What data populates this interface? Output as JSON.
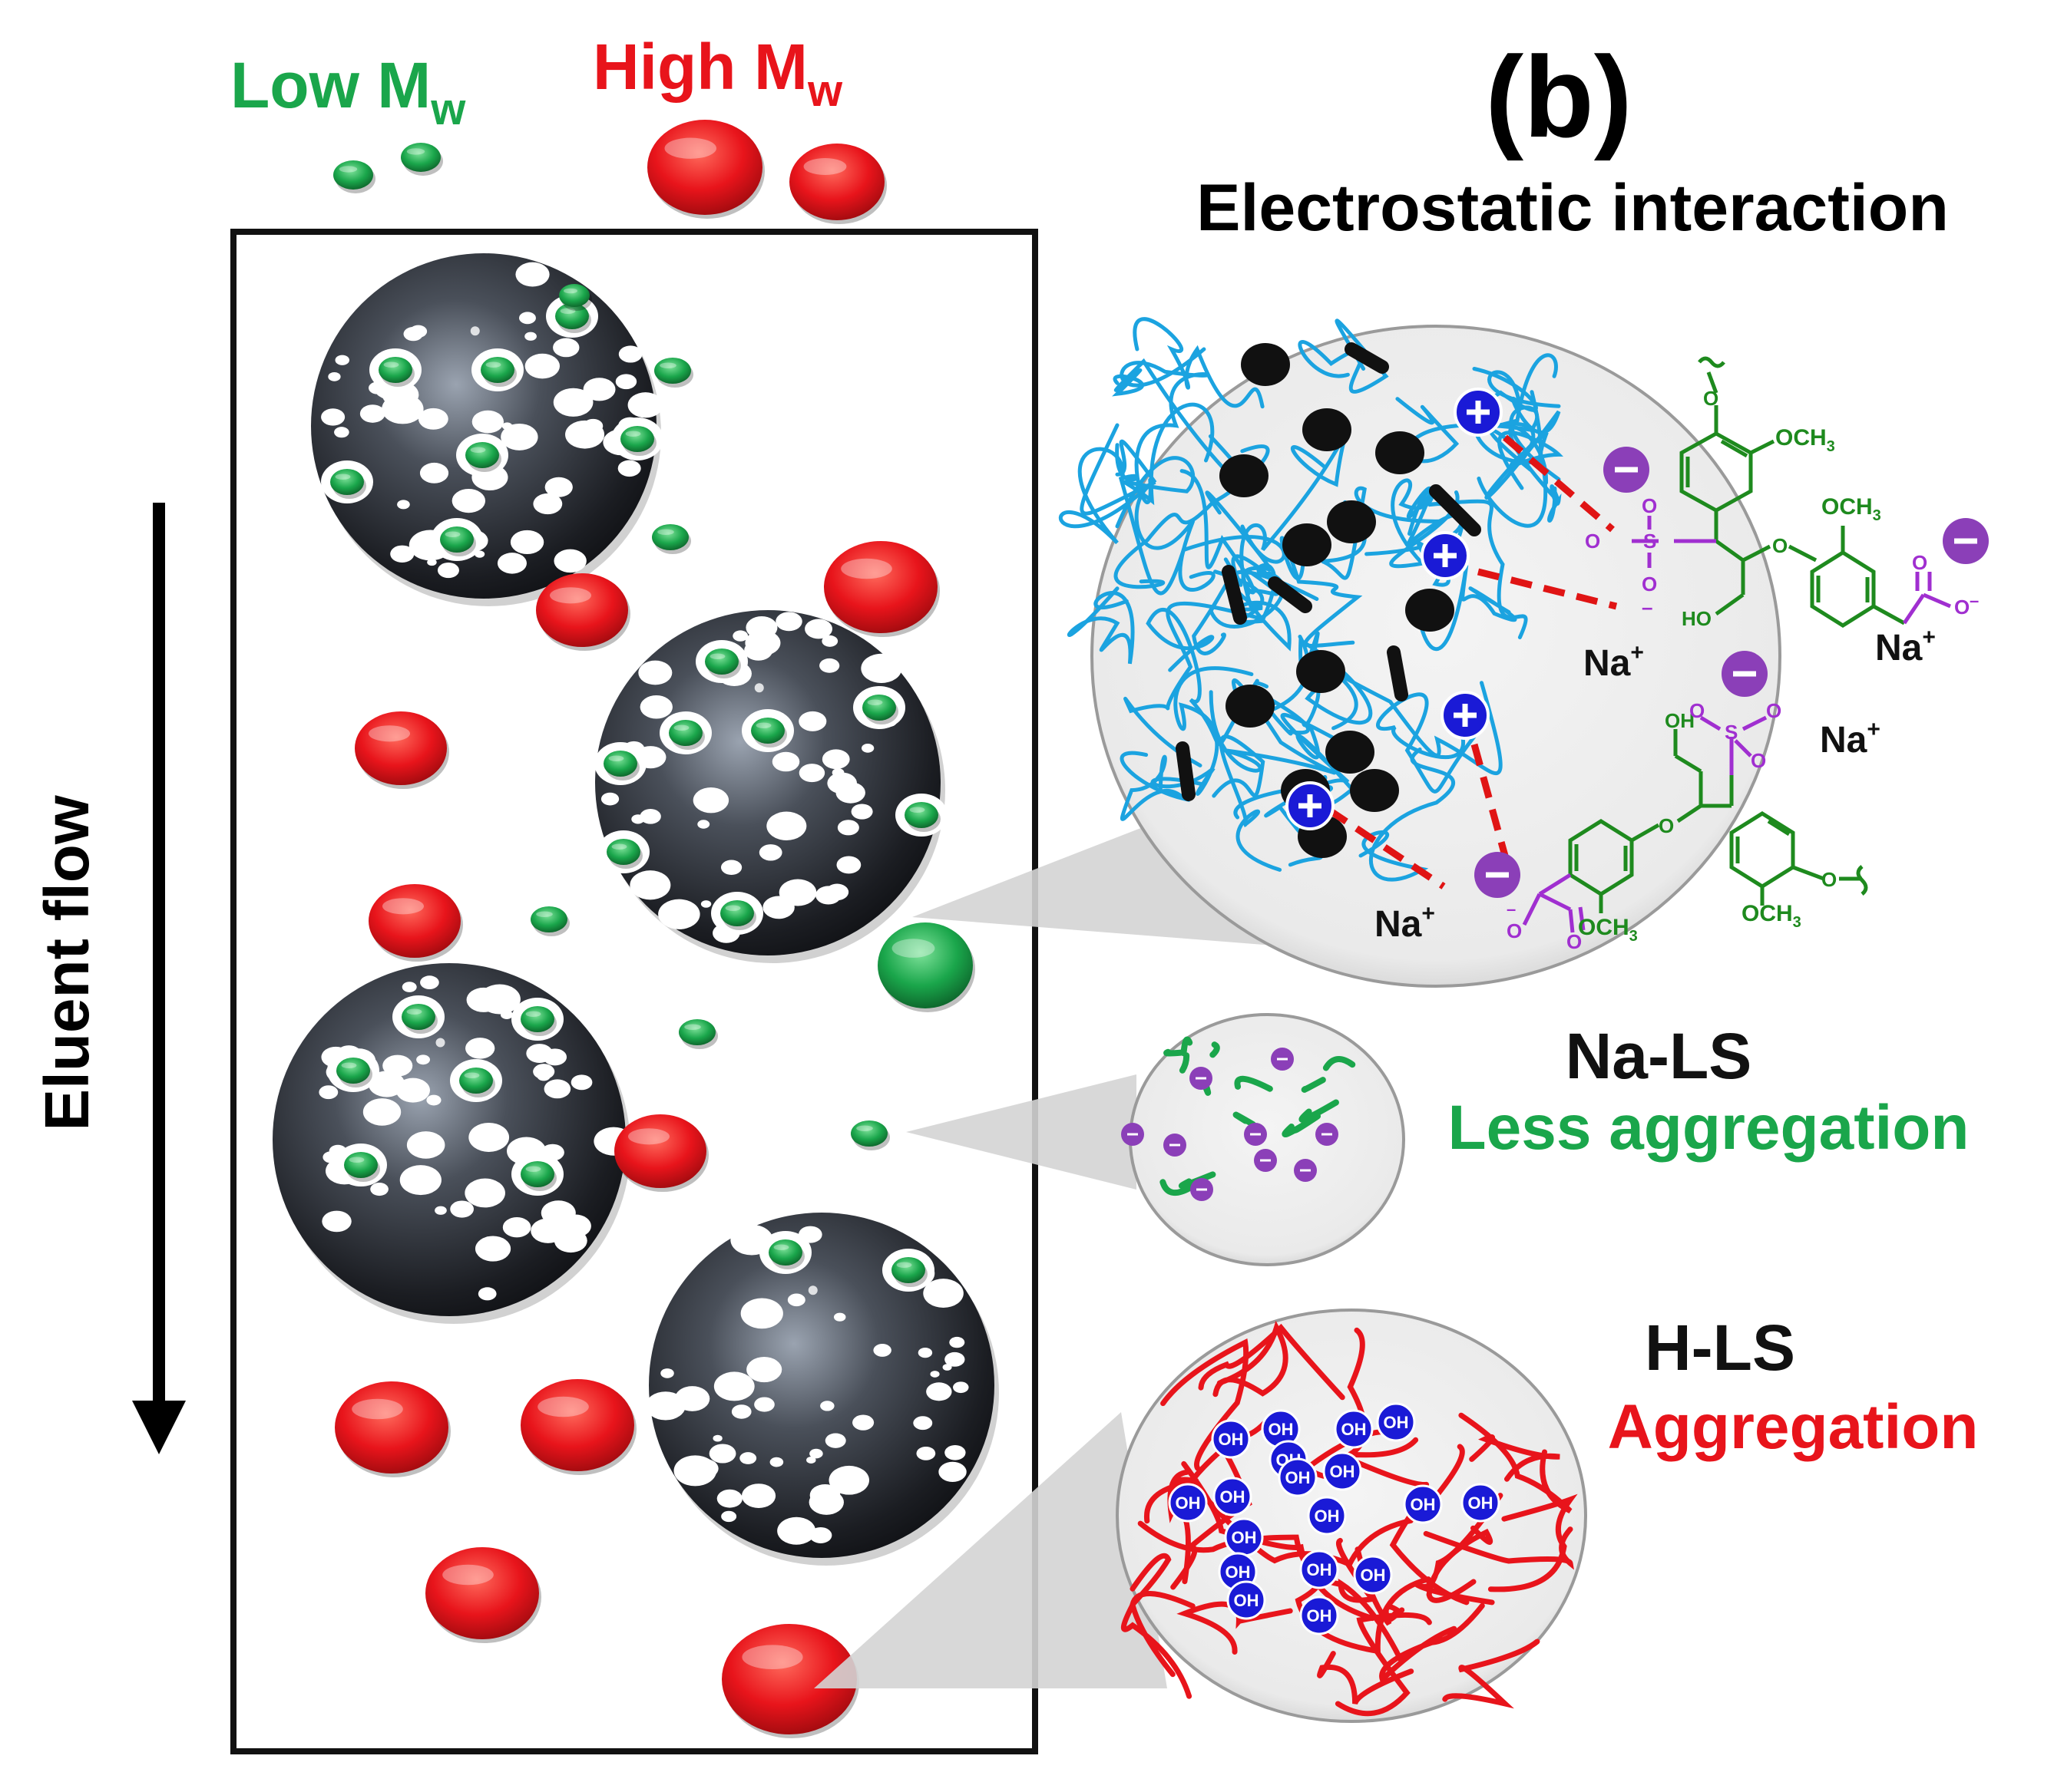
{
  "header": {
    "low_mw": {
      "label": "Low M",
      "sub": "w",
      "color": "#1aa64b"
    },
    "high_mw": {
      "label": "High M",
      "sub": "w",
      "color": "#e8141b"
    }
  },
  "panel_label": "(b)",
  "panel_title": "Electrostatic interaction",
  "flow_label": "Eluent flow",
  "detail": {
    "sodium": "Na",
    "superscript_plus": "+",
    "methoxy": "OCH",
    "methoxy_sub": "3",
    "hydroxyl": "OH",
    "hydroxyl_rev": "HO",
    "sulfur": "S",
    "oxygen": "O",
    "minus": "–"
  },
  "legend_items": [
    {
      "name": "Na-LS",
      "caption": "Less aggregation",
      "caption_color": "#1aa64b"
    },
    {
      "name": "H-LS",
      "caption": "Aggregation",
      "caption_color": "#e8141b"
    }
  ],
  "colors": {
    "green_particle": "#1aa64b",
    "red_particle": "#e8141b",
    "fiber_blue": "#1ba3e0",
    "cation_blue": "#1a1ad6",
    "anion_purple": "#8b3fb8",
    "chem_green": "#1e8a1e",
    "chem_purple": "#a02fd0",
    "bond_red": "#e01414",
    "bead_dark": "#2a2d33"
  }
}
